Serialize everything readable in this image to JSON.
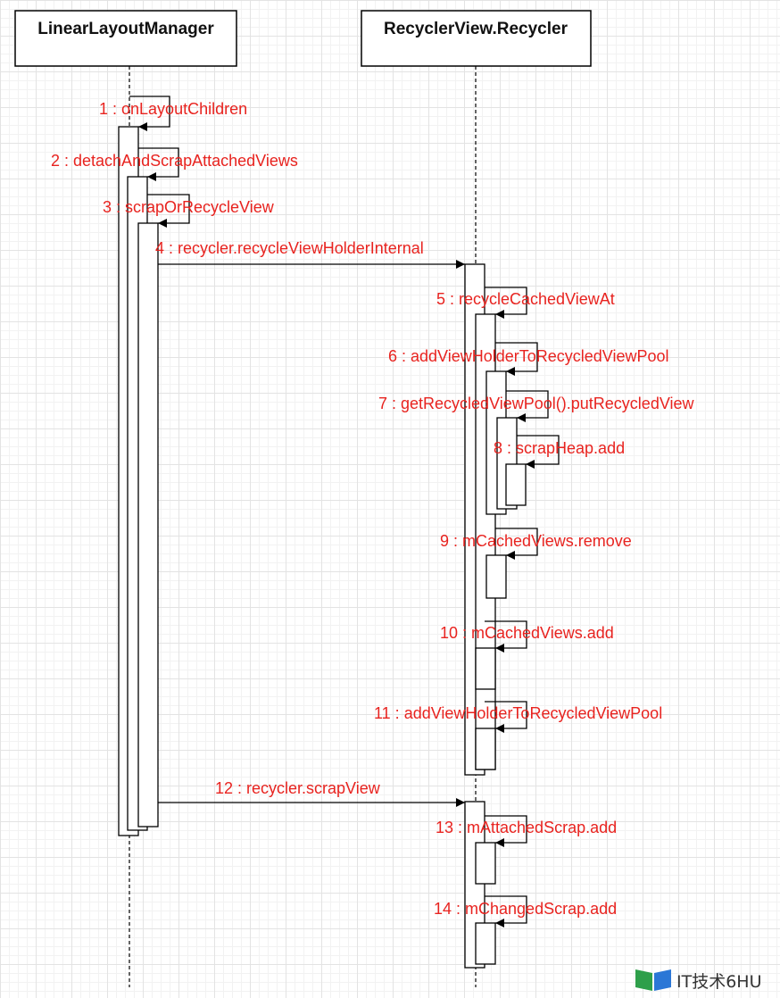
{
  "actors": [
    {
      "id": "llm",
      "label": "LinearLayoutManager"
    },
    {
      "id": "recycler",
      "label": "RecyclerView.Recycler"
    }
  ],
  "messages": [
    {
      "n": "1",
      "label": "1 : onLayoutChildren",
      "from": "llm",
      "to": "llm"
    },
    {
      "n": "2",
      "label": "2 : detachAndScrapAttachedViews",
      "from": "llm",
      "to": "llm"
    },
    {
      "n": "3",
      "label": "3 : scrapOrRecycleView",
      "from": "llm",
      "to": "llm"
    },
    {
      "n": "4",
      "label": "4 : recycler.recycleViewHolderInternal",
      "from": "llm",
      "to": "recycler"
    },
    {
      "n": "5",
      "label": "5 : recycleCachedViewAt",
      "from": "recycler",
      "to": "recycler"
    },
    {
      "n": "6",
      "label": "6 : addViewHolderToRecycledViewPool",
      "from": "recycler",
      "to": "recycler"
    },
    {
      "n": "7",
      "label": "7 : getRecycledViewPool().putRecycledView",
      "from": "recycler",
      "to": "recycler"
    },
    {
      "n": "8",
      "label": "8 : scrapHeap.add",
      "from": "recycler",
      "to": "recycler"
    },
    {
      "n": "9",
      "label": "9 : mCachedViews.remove",
      "from": "recycler",
      "to": "recycler"
    },
    {
      "n": "10",
      "label": "10 : mCachedViews.add",
      "from": "recycler",
      "to": "recycler"
    },
    {
      "n": "11",
      "label": "11 : addViewHolderToRecycledViewPool",
      "from": "recycler",
      "to": "recycler"
    },
    {
      "n": "12",
      "label": "12 : recycler.scrapView",
      "from": "llm",
      "to": "recycler"
    },
    {
      "n": "13",
      "label": "13 : mAttachedScrap.add",
      "from": "recycler",
      "to": "recycler"
    },
    {
      "n": "14",
      "label": "14 : mChangedScrap.add",
      "from": "recycler",
      "to": "recycler"
    }
  ],
  "watermark": {
    "text": "IT技术6HU",
    "icon": "book-logo-icon"
  },
  "colors": {
    "message_text": "#e8231f",
    "lines": "#000000",
    "grid": "#e3e3e3"
  }
}
